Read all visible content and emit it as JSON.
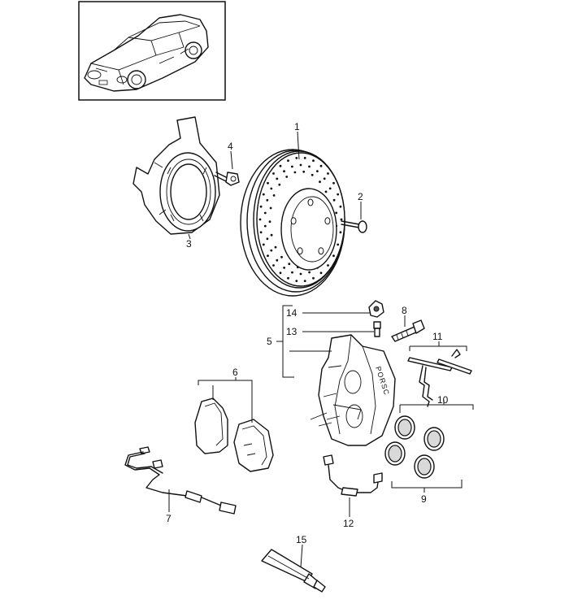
{
  "callouts": {
    "c1": "1",
    "c2": "2",
    "c3": "3",
    "c4": "4",
    "c5": "5",
    "c6": "6",
    "c7": "7",
    "c8": "8",
    "c9": "9",
    "c10": "10",
    "c11": "11",
    "c12": "12",
    "c13": "13",
    "c14": "14",
    "c15": "15"
  },
  "caliper_logo": "PORSC"
}
